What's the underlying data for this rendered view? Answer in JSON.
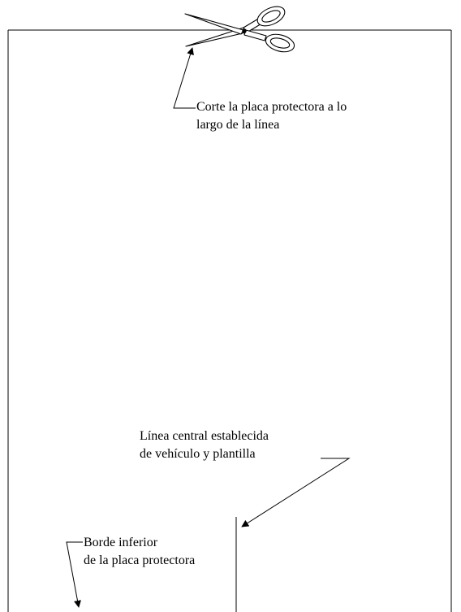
{
  "annotations": {
    "cut_line": {
      "line1": "Corte la placa protectora a lo",
      "line2": "largo de la línea"
    },
    "center_line": {
      "line1": "Línea central establecida",
      "line2": "de vehículo y plantilla"
    },
    "bottom_edge": {
      "line1": "Borde inferior",
      "line2": "de la placa protectora"
    }
  },
  "icons": {
    "cutting_tool": "scissors-icon"
  },
  "colors": {
    "stroke": "#000000",
    "background": "#ffffff"
  }
}
